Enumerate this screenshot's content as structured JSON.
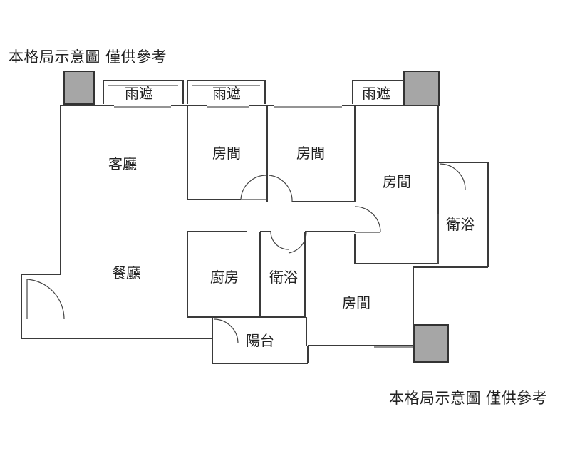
{
  "captions": {
    "top": "本格局示意圖 僅供參考",
    "bottom": "本格局示意圖 僅供參考"
  },
  "rooms": {
    "canopy_1": "雨遮",
    "canopy_2": "雨遮",
    "canopy_3": "雨遮",
    "living_room": "客廳",
    "bedroom_1": "房間",
    "bedroom_2": "房間",
    "bedroom_3": "房間",
    "bathroom_1": "衛浴",
    "dining_room": "餐廳",
    "kitchen": "廚房",
    "bathroom_2": "衛浴",
    "bedroom_4": "房間",
    "balcony": "陽台"
  },
  "colors": {
    "wall": "#3a3a3a",
    "pillar": "#a6a6a6"
  }
}
